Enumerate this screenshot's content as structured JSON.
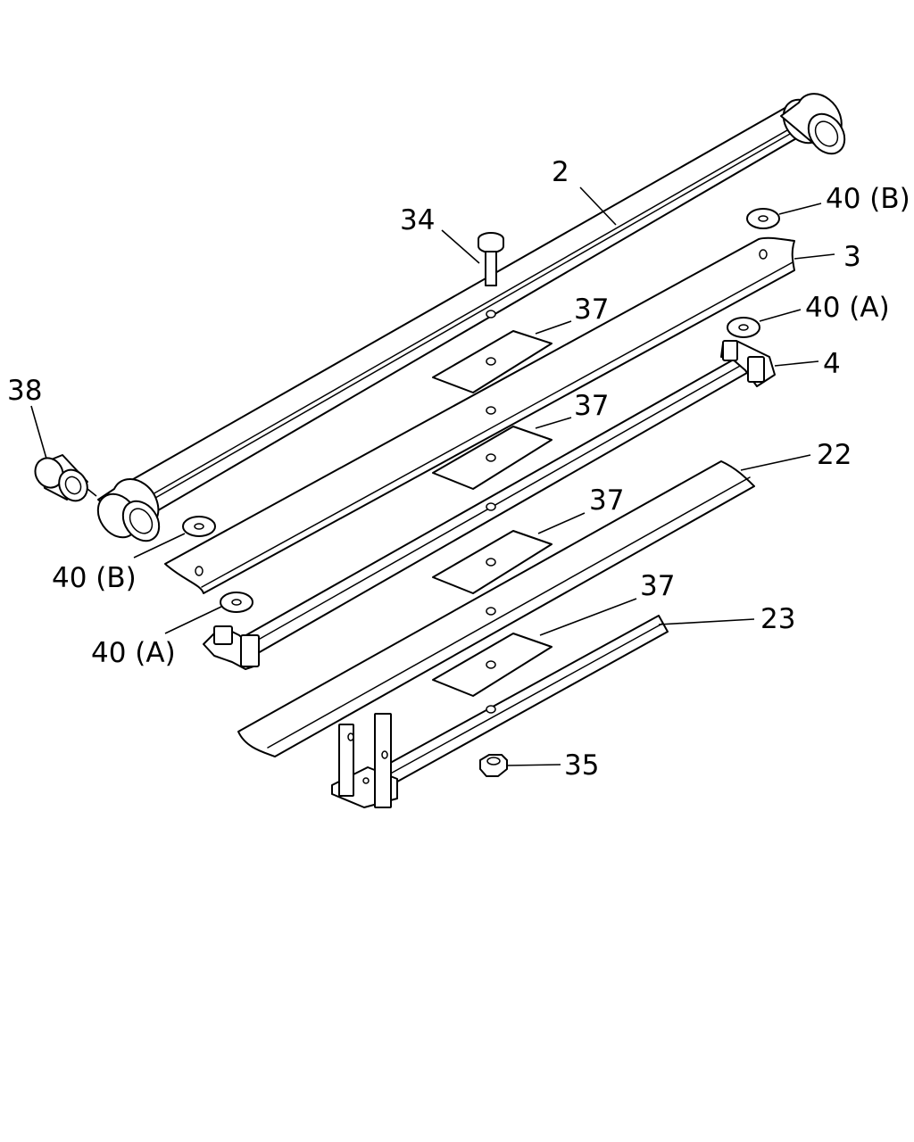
{
  "diagram": {
    "colors": {
      "line": "#000000",
      "background": "#ffffff"
    },
    "callouts": {
      "c2": "2",
      "c3": "3",
      "c4": "4",
      "c22": "22",
      "c23": "23",
      "c34": "34",
      "c35": "35",
      "c37a": "37",
      "c37b": "37",
      "c37c": "37",
      "c37d": "37",
      "c38": "38",
      "c40b_top": "40 (B)",
      "c40a_top": "40 (A)",
      "c40b_left": "40 (B)",
      "c40a_left": "40 (A)"
    }
  }
}
